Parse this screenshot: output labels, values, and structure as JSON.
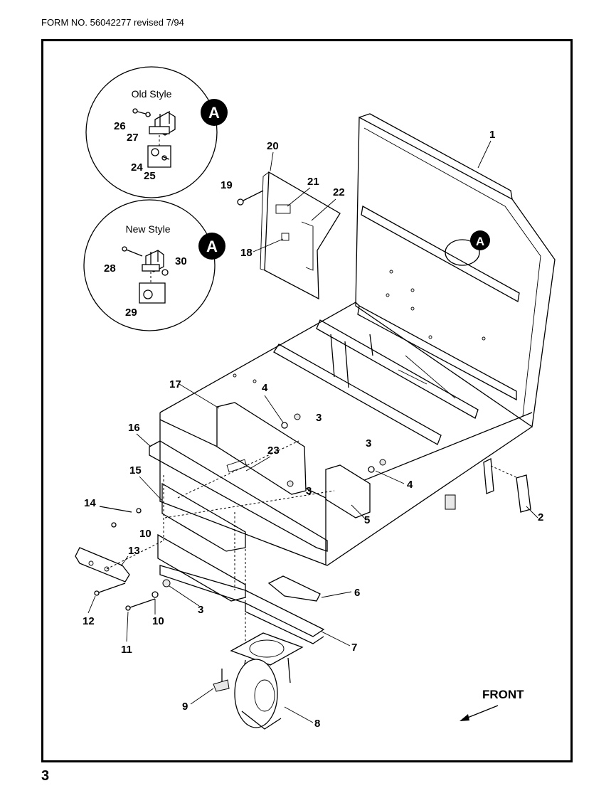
{
  "header": {
    "form_number": "FORM NO. 56042277  revised 7/94"
  },
  "footer": {
    "page_number": "3"
  },
  "details": [
    {
      "title": "Old Style",
      "badge": "A"
    },
    {
      "title": "New Style",
      "badge": "A"
    }
  ],
  "main_badge": "A",
  "front_label": "FRONT",
  "callouts": {
    "c1": "1",
    "c2": "2",
    "c3a": "3",
    "c3b": "3",
    "c3c": "3",
    "c3d": "3",
    "c4a": "4",
    "c4b": "4",
    "c5": "5",
    "c6": "6",
    "c7": "7",
    "c8": "8",
    "c9": "9",
    "c10a": "10",
    "c10b": "10",
    "c11": "11",
    "c12": "12",
    "c13": "13",
    "c14": "14",
    "c15": "15",
    "c16": "16",
    "c17": "17",
    "c18": "18",
    "c19": "19",
    "c20": "20",
    "c21": "21",
    "c22": "22",
    "c23": "23",
    "c24": "24",
    "c25": "25",
    "c26": "26",
    "c27": "27",
    "c28": "28",
    "c29": "29",
    "c30": "30"
  }
}
